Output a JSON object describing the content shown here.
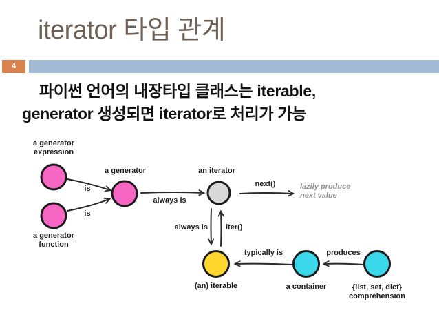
{
  "slide": {
    "title": "iterator 타입 관계",
    "page_number": "4",
    "body": {
      "line1": "파이썬 언어의 내장타입 클래스는 iterable,",
      "line2": "generator 생성되면 iterator로 처리가 가능"
    }
  },
  "colors": {
    "title_text": "#6E6156",
    "page_number_box": "#D9824E",
    "header_bar": "#A2BAD3",
    "node_pink": "#F666C2",
    "node_gray": "#D8D8D8",
    "node_yellow": "#FFD62E",
    "node_cyan": "#3BD8EC",
    "node_outline": "#1B1B1B",
    "arrow": "#2B2B2B",
    "annotation_text": "#8F8F8F"
  },
  "diagram": {
    "nodes": {
      "generator_expression": "a generator expression",
      "generator_function": "a generator function",
      "generator": "a generator",
      "iterator": "an iterator",
      "iterable": "(an) iterable",
      "container": "a container",
      "comprehension": "{list, set, dict} comprehension"
    },
    "edges": {
      "is_expression": "is",
      "is_function": "is",
      "always_is_generator": "always is",
      "next_call": "next()",
      "always_is_iterator": "always is",
      "iter_call": "iter()",
      "typically_is": "typically is",
      "produces": "produces"
    },
    "annotation": "lazily produce next value"
  }
}
